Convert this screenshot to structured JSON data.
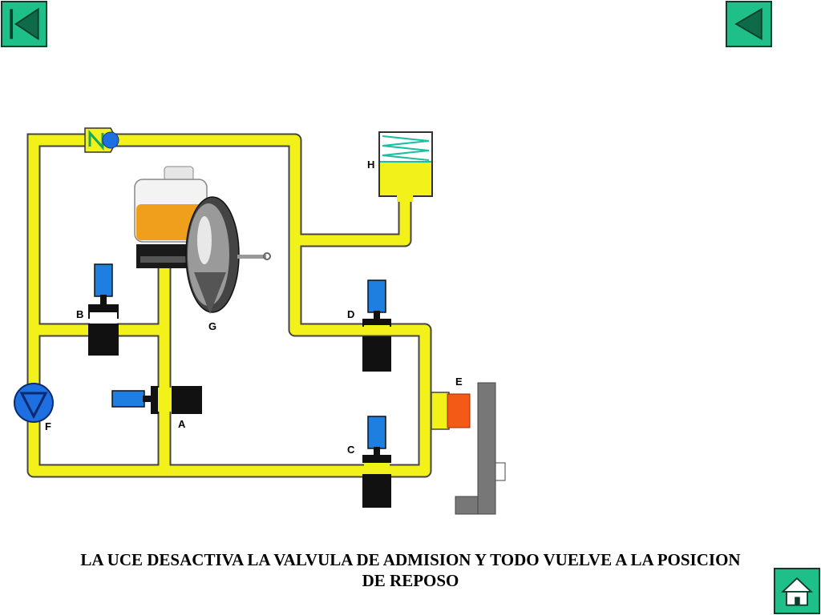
{
  "nav": {
    "first_icon": "skip-to-first-icon",
    "prev_icon": "previous-triangle-icon",
    "home_icon": "home-icon"
  },
  "colors": {
    "pipe": "#f2f21a",
    "pipe_outline": "#444444",
    "valve_coil": "#1e7fe0",
    "valve_body": "#111111",
    "reservoir_fluid": "#ef9f1c",
    "piston": "#f25a16",
    "disc": "#777777",
    "pump": "#1e6fe0",
    "nav_button": "#1fbf8a"
  },
  "diagram": {
    "labels": {
      "a": "A",
      "b": "B",
      "c": "C",
      "d": "D",
      "e": "E",
      "f": "F",
      "g": "G",
      "h": "H"
    }
  },
  "caption": {
    "line1": "LA UCE DESACTIVA LA VALVULA DE ADMISION Y TODO VUELVE A LA POSICION",
    "line2": "DE REPOSO"
  }
}
